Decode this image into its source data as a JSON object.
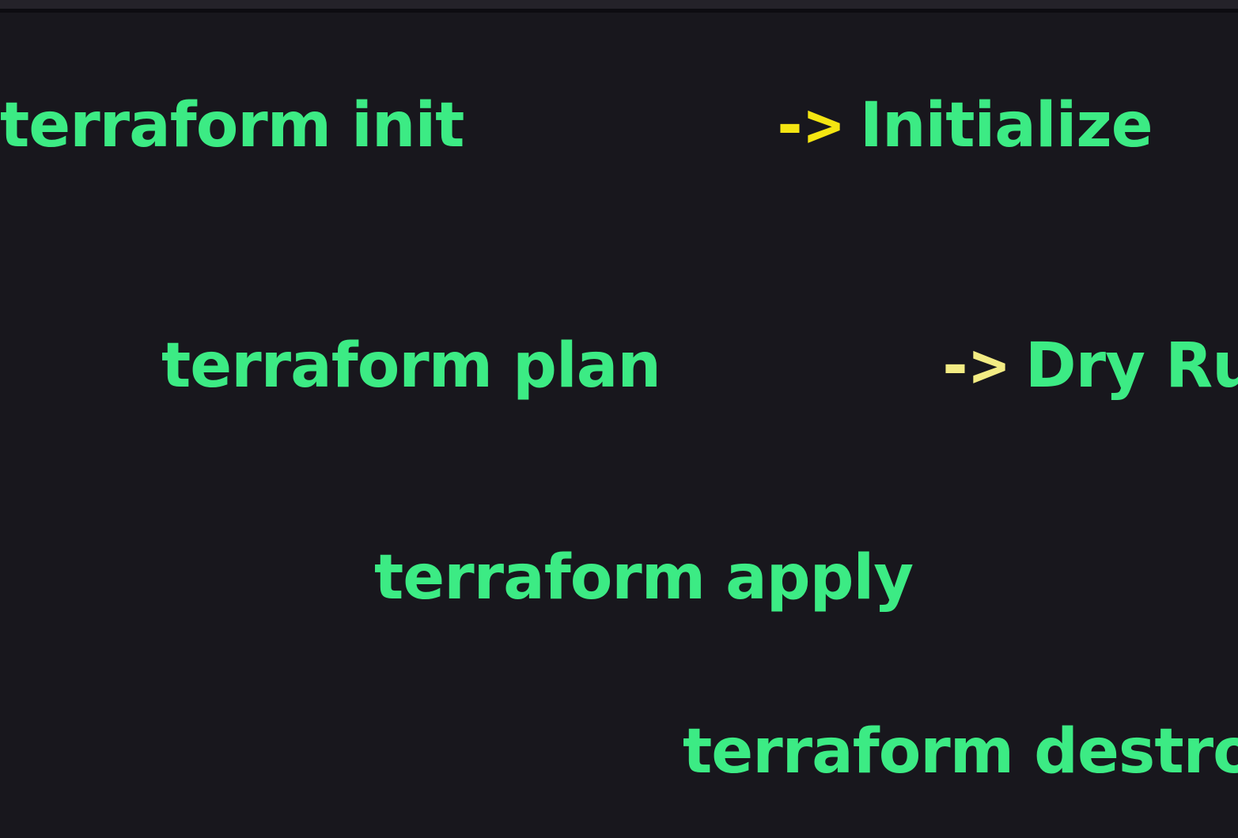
{
  "window": {
    "background_color": "#18171d",
    "top_bar_color": "#242229",
    "divider_color": "#0d0c11"
  },
  "theme": {
    "command_color": "#3ceb84",
    "meaning_color": "#3ceb84",
    "arrow_bright_color": "#f4e512",
    "arrow_pale_color": "#f3ec84"
  },
  "slide": {
    "rows": [
      {
        "command": "terraform init",
        "arrow": "->",
        "meaning": "Initialize"
      },
      {
        "command": "terraform plan",
        "arrow": "->",
        "meaning": "Dry Run"
      },
      {
        "command": "terraform apply",
        "arrow": "",
        "meaning": ""
      },
      {
        "command": "terraform destroy",
        "arrow": "",
        "meaning": ""
      }
    ]
  }
}
